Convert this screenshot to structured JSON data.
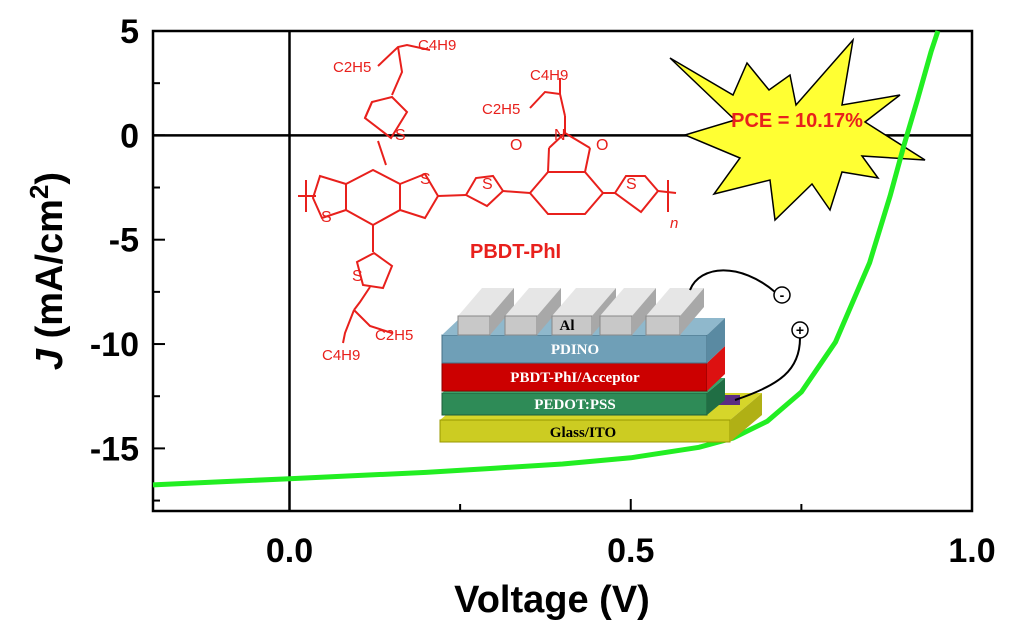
{
  "chart_data": {
    "type": "line",
    "xlabel": "Voltage (V)",
    "ylabel_italic": "J",
    "ylabel_rest": " (mA/cm",
    "ylabel_sup": "2",
    "ylabel_close": ")",
    "xlim": [
      -0.2,
      1.0
    ],
    "ylim": [
      -18,
      5
    ],
    "x_ticks": [
      0.0,
      0.5,
      1.0
    ],
    "x_tick_labels": [
      "0.0",
      "0.5",
      "1.0"
    ],
    "y_ticks": [
      5,
      0,
      -5,
      -10,
      -15
    ],
    "y_tick_labels": [
      "5",
      "0",
      "-5",
      "-10",
      "-15"
    ],
    "zero_lines": true,
    "grid": false,
    "series": [
      {
        "color": "#22ee22",
        "x": [
          -0.2,
          -0.1,
          0.0,
          0.1,
          0.2,
          0.3,
          0.4,
          0.5,
          0.6,
          0.65,
          0.7,
          0.75,
          0.8,
          0.85,
          0.88,
          0.9,
          0.92,
          0.94,
          0.95
        ],
        "y": [
          -16.75,
          -16.6,
          -16.45,
          -16.3,
          -16.15,
          -15.95,
          -15.75,
          -15.45,
          -14.95,
          -14.5,
          -13.7,
          -12.3,
          -9.9,
          -6.1,
          -2.9,
          -0.5,
          1.7,
          4.0,
          5.0
        ]
      }
    ]
  },
  "annotations": {
    "pce_label": "PCE = 10.17%",
    "polymer_name": "PBDT-PhI",
    "chem": {
      "c2h5": "C2H5",
      "c4h9": "C4H9",
      "s": "S",
      "n": "N",
      "o": "O",
      "repeat_n": "n"
    },
    "device_layers": [
      "Al",
      "PDINO",
      "PBDT-PhI/Acceptor",
      "PEDOT:PSS",
      "Glass/ITO"
    ],
    "minus_sign": "-",
    "plus_sign": "+"
  },
  "colors": {
    "curve": "#22ee22",
    "chem": "#e8201c",
    "star": "#ffff33",
    "al": "#c8c8c8",
    "pdino": "#6f9fb7",
    "active": "#cc0000",
    "pedot": "#2e8b57",
    "ito": "#cccc22"
  }
}
